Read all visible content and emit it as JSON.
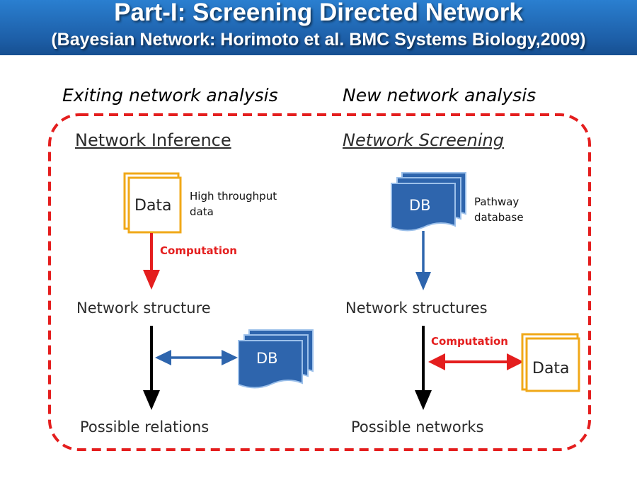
{
  "header": {
    "title": "Part-I: Screening Directed Network",
    "subtitle": "(Bayesian Network:  Horimoto et al. BMC Systems Biology,2009)"
  },
  "left": {
    "column_heading": "Exiting network analysis",
    "section_title": "Network Inference",
    "data_box": "Data",
    "data_note": [
      "High throughput",
      "data"
    ],
    "arrow_label": "Computation",
    "middle_node": "Network structure",
    "db_box": "DB",
    "bottom_node": "Possible relations"
  },
  "right": {
    "column_heading": "New network analysis",
    "section_title": "Network Screening",
    "db_box": "DB",
    "db_note": [
      "Pathway",
      "database"
    ],
    "middle_node": "Network structures",
    "arrow_label": "Computation",
    "data_box": "Data",
    "bottom_node": "Possible networks"
  },
  "colors": {
    "header_blue": "#1d5fa8",
    "frame_red": "#e41e1e",
    "data_orange": "#f0a818",
    "db_blue": "#2e65ad",
    "arrow_blue": "#2e65ad"
  }
}
